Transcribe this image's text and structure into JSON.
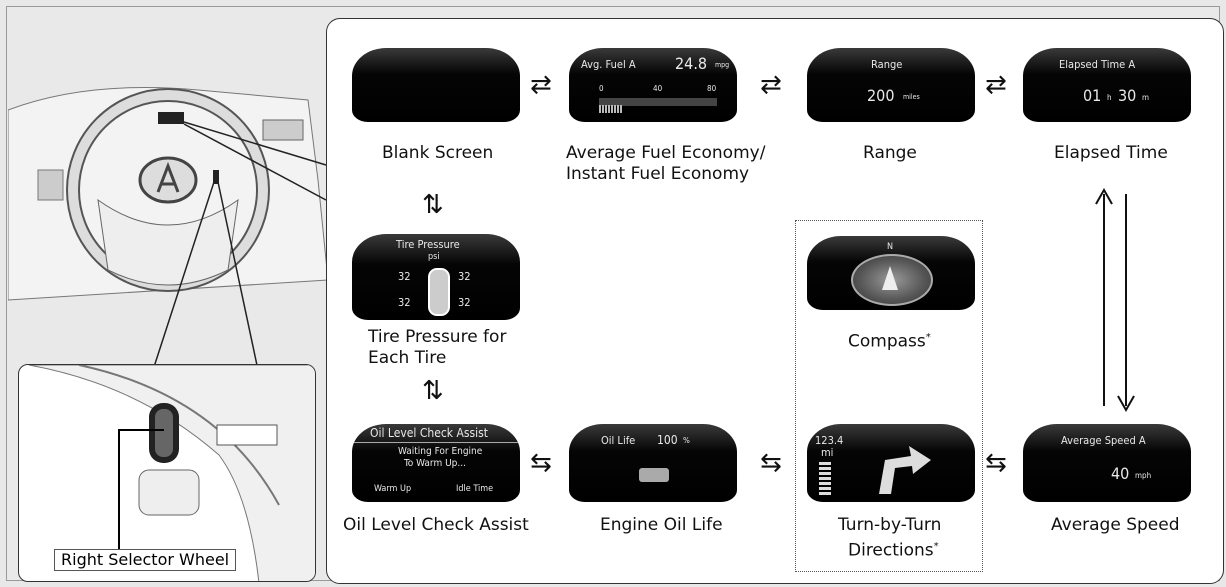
{
  "screens": {
    "blank": {
      "caption": "Blank Screen"
    },
    "fuel": {
      "title": "Avg. Fuel A",
      "value": "24.8",
      "unit": "mpg",
      "ticks": [
        "0",
        "40",
        "80"
      ],
      "caption_line1": "Average Fuel Economy/",
      "caption_line2": "Instant Fuel Economy"
    },
    "range": {
      "title": "Range",
      "value": "200",
      "unit": "miles",
      "caption": "Range"
    },
    "elapsed": {
      "title": "Elapsed Time A",
      "hours": "01",
      "h_unit": "h",
      "minutes": "30",
      "m_unit": "m",
      "caption": "Elapsed Time"
    },
    "tire": {
      "title": "Tire Pressure",
      "unit": "psi",
      "fl": "32",
      "fr": "32",
      "rl": "32",
      "rr": "32",
      "caption_line1": "Tire Pressure for",
      "caption_line2": "Each Tire"
    },
    "compass": {
      "north": "N",
      "caption": "Compass",
      "asterisk": "*"
    },
    "oil_check": {
      "title": "Oil Level Check Assist",
      "msg1": "Waiting For Engine",
      "msg2": "To Warm Up...",
      "left": "Warm Up",
      "right": "Idle Time",
      "caption": "Oil Level Check Assist"
    },
    "oil_life": {
      "title": "Oil Life",
      "value": "100",
      "unit": "%",
      "caption": "Engine Oil Life"
    },
    "turn": {
      "dist": "123.4",
      "unit": "mi",
      "caption_line1": "Turn-by-Turn",
      "caption_line2": "Directions",
      "asterisk": "*"
    },
    "avg_speed": {
      "title": "Average Speed A",
      "value": "40",
      "unit": "mph",
      "caption": "Average Speed"
    }
  },
  "inset_label": "Right Selector Wheel",
  "arrows": {
    "lr": "⇄",
    "rl": "⇆",
    "ud": "⇅"
  }
}
